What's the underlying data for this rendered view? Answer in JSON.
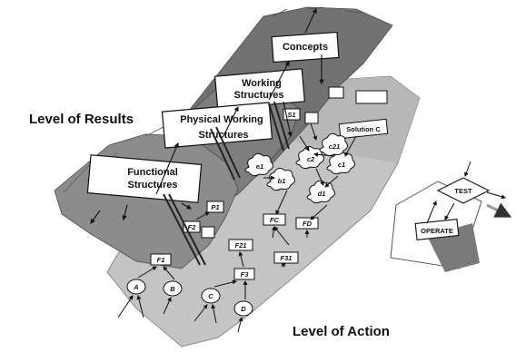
{
  "labels": {
    "level_of_results": "Level of Results",
    "level_of_action": "Level of Action"
  },
  "result_boxes": {
    "concepts": "Concepts",
    "working_structures": [
      "Working",
      "Structures"
    ],
    "physical_working_structures": [
      "Physical Working",
      "Structures"
    ],
    "functional_structures": [
      "Functional",
      "Structures"
    ]
  },
  "small_boxes": {
    "f1": "F1",
    "f2": "F2",
    "f21": "F21",
    "f3": "F3",
    "f31": "F31",
    "fc": "FC",
    "fd": "FD",
    "solution_c": "Solution C",
    "p1": "P1",
    "s1": "S1"
  },
  "circles": {
    "a": "A",
    "b": "B",
    "c": "C",
    "d": "D"
  },
  "clouds": {
    "c1": "c1",
    "c2": "c2",
    "c21": "c21",
    "b1": "b1",
    "d1": "d1",
    "e1": "e1"
  },
  "tote": {
    "test": "TEST",
    "operate": "OPERATE"
  },
  "colors": {
    "sheet_back": "#6e6e6e",
    "sheet_mid": "#7c7c7c",
    "sheet_front": "#8a8a8a",
    "action_sheet": "#bdbdbd",
    "box_fill": "#ffffff",
    "ink": "#111111"
  }
}
